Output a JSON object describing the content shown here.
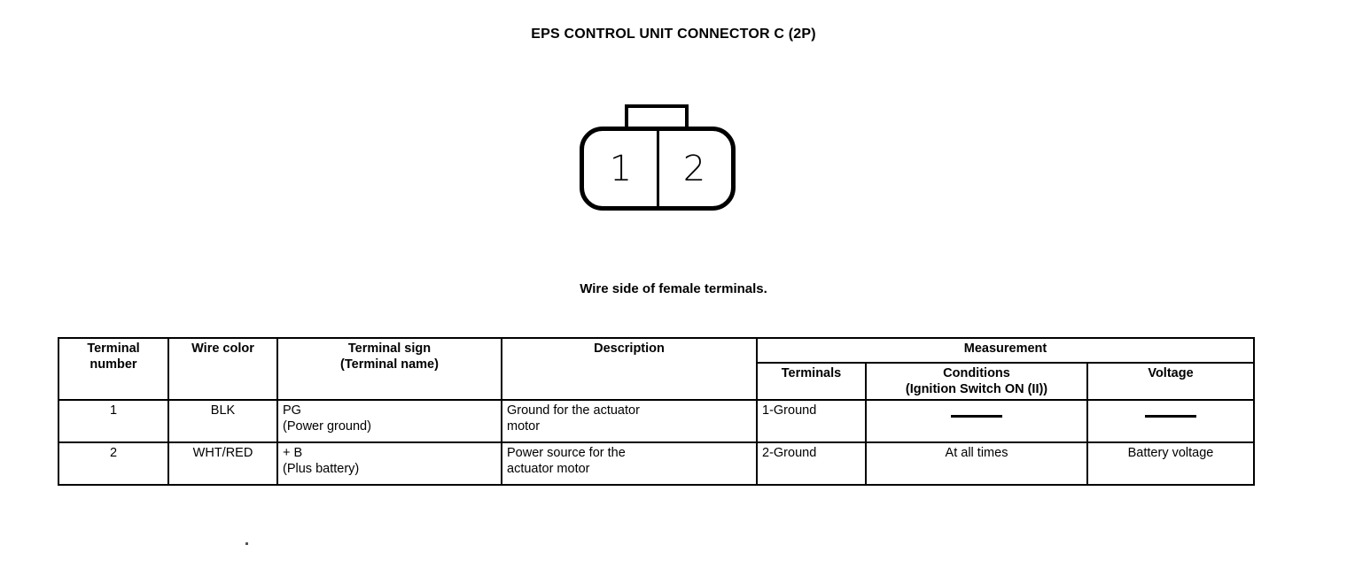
{
  "page": {
    "title": "EPS CONTROL UNIT CONNECTOR C (2P)",
    "caption": "Wire side of female terminals."
  },
  "connector": {
    "name": "EPS CONTROL UNIT CONNECTOR C",
    "pin_count": "2P",
    "pins": [
      {
        "label": "1"
      },
      {
        "label": "2"
      }
    ]
  },
  "table": {
    "headers": {
      "terminal_number_l1": "Terminal",
      "terminal_number_l2": "number",
      "wire_color": "Wire color",
      "terminal_sign_l1": "Terminal sign",
      "terminal_sign_l2": "(Terminal name)",
      "description": "Description",
      "measurement": "Measurement",
      "terminals": "Terminals",
      "conditions_l1": "Conditions",
      "conditions_l2": "(Ignition Switch ON (II))",
      "voltage": "Voltage"
    },
    "rows": [
      {
        "terminal_number": "1",
        "wire_color": "BLK",
        "terminal_sign_l1": "PG",
        "terminal_sign_l2": "(Power ground)",
        "description_l1": "Ground for the actuator",
        "description_l2": "motor",
        "terminals": "1-Ground",
        "conditions": "",
        "voltage": ""
      },
      {
        "terminal_number": "2",
        "wire_color": "WHT/RED",
        "terminal_sign_l1": "+ B",
        "terminal_sign_l2": "(Plus battery)",
        "description_l1": "Power source for the",
        "description_l2": "actuator motor",
        "terminals": "2-Ground",
        "conditions": "At all times",
        "voltage": "Battery voltage"
      }
    ]
  },
  "colors": {
    "ink": "#000000",
    "paper": "#ffffff"
  }
}
